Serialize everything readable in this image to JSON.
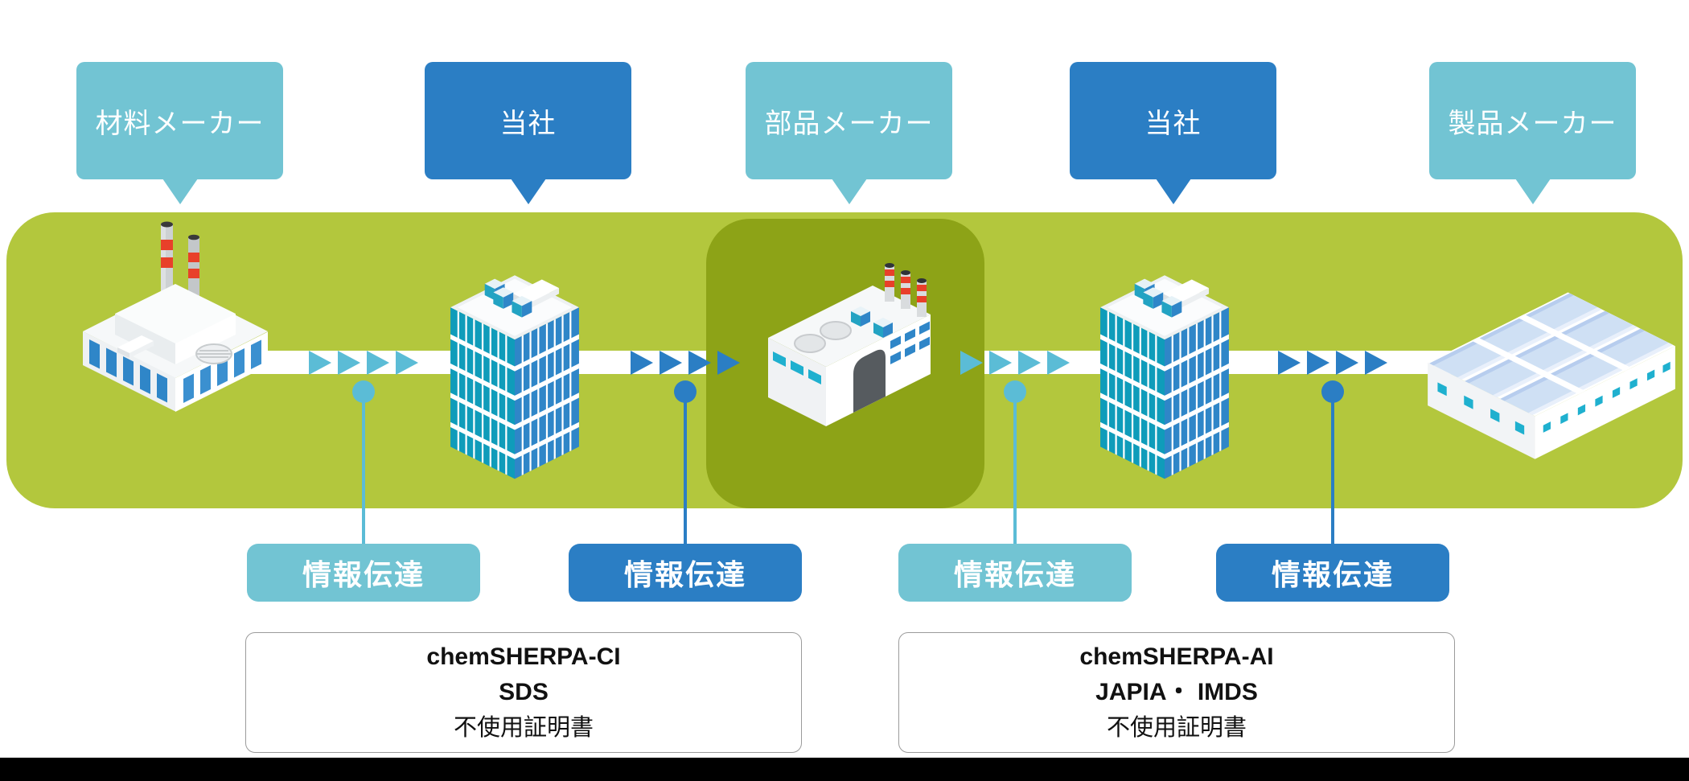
{
  "diagram": {
    "entities": [
      {
        "label": "材料メーカー",
        "variant": "light",
        "building": "material-factory"
      },
      {
        "label": "当社",
        "variant": "dark",
        "building": "office-tower"
      },
      {
        "label": "部品メーカー",
        "variant": "light",
        "building": "parts-factory"
      },
      {
        "label": "当社",
        "variant": "dark",
        "building": "office-tower"
      },
      {
        "label": "製品メーカー",
        "variant": "light",
        "building": "warehouse"
      }
    ],
    "transmissions": [
      {
        "label": "情報伝達",
        "variant": "light"
      },
      {
        "label": "情報伝達",
        "variant": "dark"
      },
      {
        "label": "情報伝達",
        "variant": "light"
      },
      {
        "label": "情報伝達",
        "variant": "dark"
      }
    ],
    "documents": [
      {
        "lines": [
          "chemSHERPA-CI",
          "SDS",
          "不使用証明書"
        ]
      },
      {
        "lines": [
          "chemSHERPA-AI",
          "JAPIA・ IMDS",
          "不使用証明書"
        ]
      }
    ],
    "flow_direction": "right",
    "colors": {
      "light_blue": "#72c4d3",
      "light_arrow": "#5bbcd6",
      "dark_blue": "#2b7ec4",
      "band_green": "#b3c73d",
      "band_green_dark": "#8da317",
      "footer_black": "#000000"
    }
  }
}
